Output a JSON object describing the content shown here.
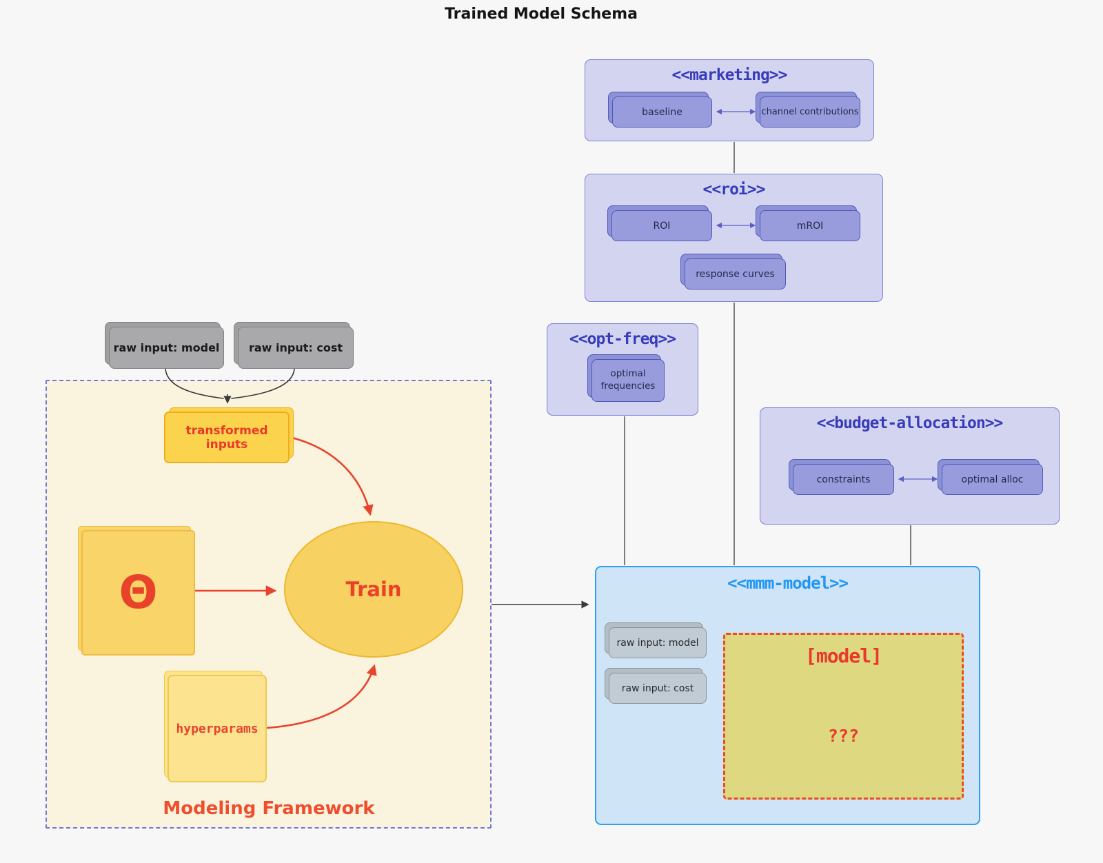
{
  "page": {
    "title": "Trained Model Schema"
  },
  "colors": {
    "background": "#f7f7f8",
    "purple_container_fill": "#d3d5f0",
    "purple_accent": "#383cba",
    "purple_node_fill": "#989cdc",
    "blue_container_fill": "#cfe4f7",
    "blue_accent": "#2196f3",
    "red_accent": "#e8432b",
    "yellow_node_fill": "#fcd34d",
    "cream_container_fill": "#faf3de",
    "khaki_model_fill": "#ded881",
    "gray_node_fill": "#a9a9ab"
  },
  "external_inputs": {
    "model": "raw input: model",
    "cost": "raw input: cost"
  },
  "marketing": {
    "stereotype": "<<marketing>>",
    "baseline": "baseline",
    "channel_contributions": "channel contributions"
  },
  "roi": {
    "stereotype": "<<roi>>",
    "roi": "ROI",
    "mroi": "mROI",
    "response_curves": "response curves"
  },
  "opt_freq": {
    "stereotype": "<<opt-freq>>",
    "optimal_frequencies": "optimal frequencies"
  },
  "budget_allocation": {
    "stereotype": "<<budget-allocation>>",
    "constraints": "constraints",
    "optimal_alloc": "optimal alloc"
  },
  "mmm_model": {
    "stereotype": "<<mmm-model>>",
    "raw_input_model": "raw input: model",
    "raw_input_cost": "raw input: cost",
    "model_label": "[model]",
    "model_placeholder": "???"
  },
  "modeling_framework": {
    "caption": "Modeling Framework",
    "transformed_inputs": "transformed inputs",
    "theta": "Θ",
    "train": "Train",
    "hyperparams": "hyperparams"
  }
}
